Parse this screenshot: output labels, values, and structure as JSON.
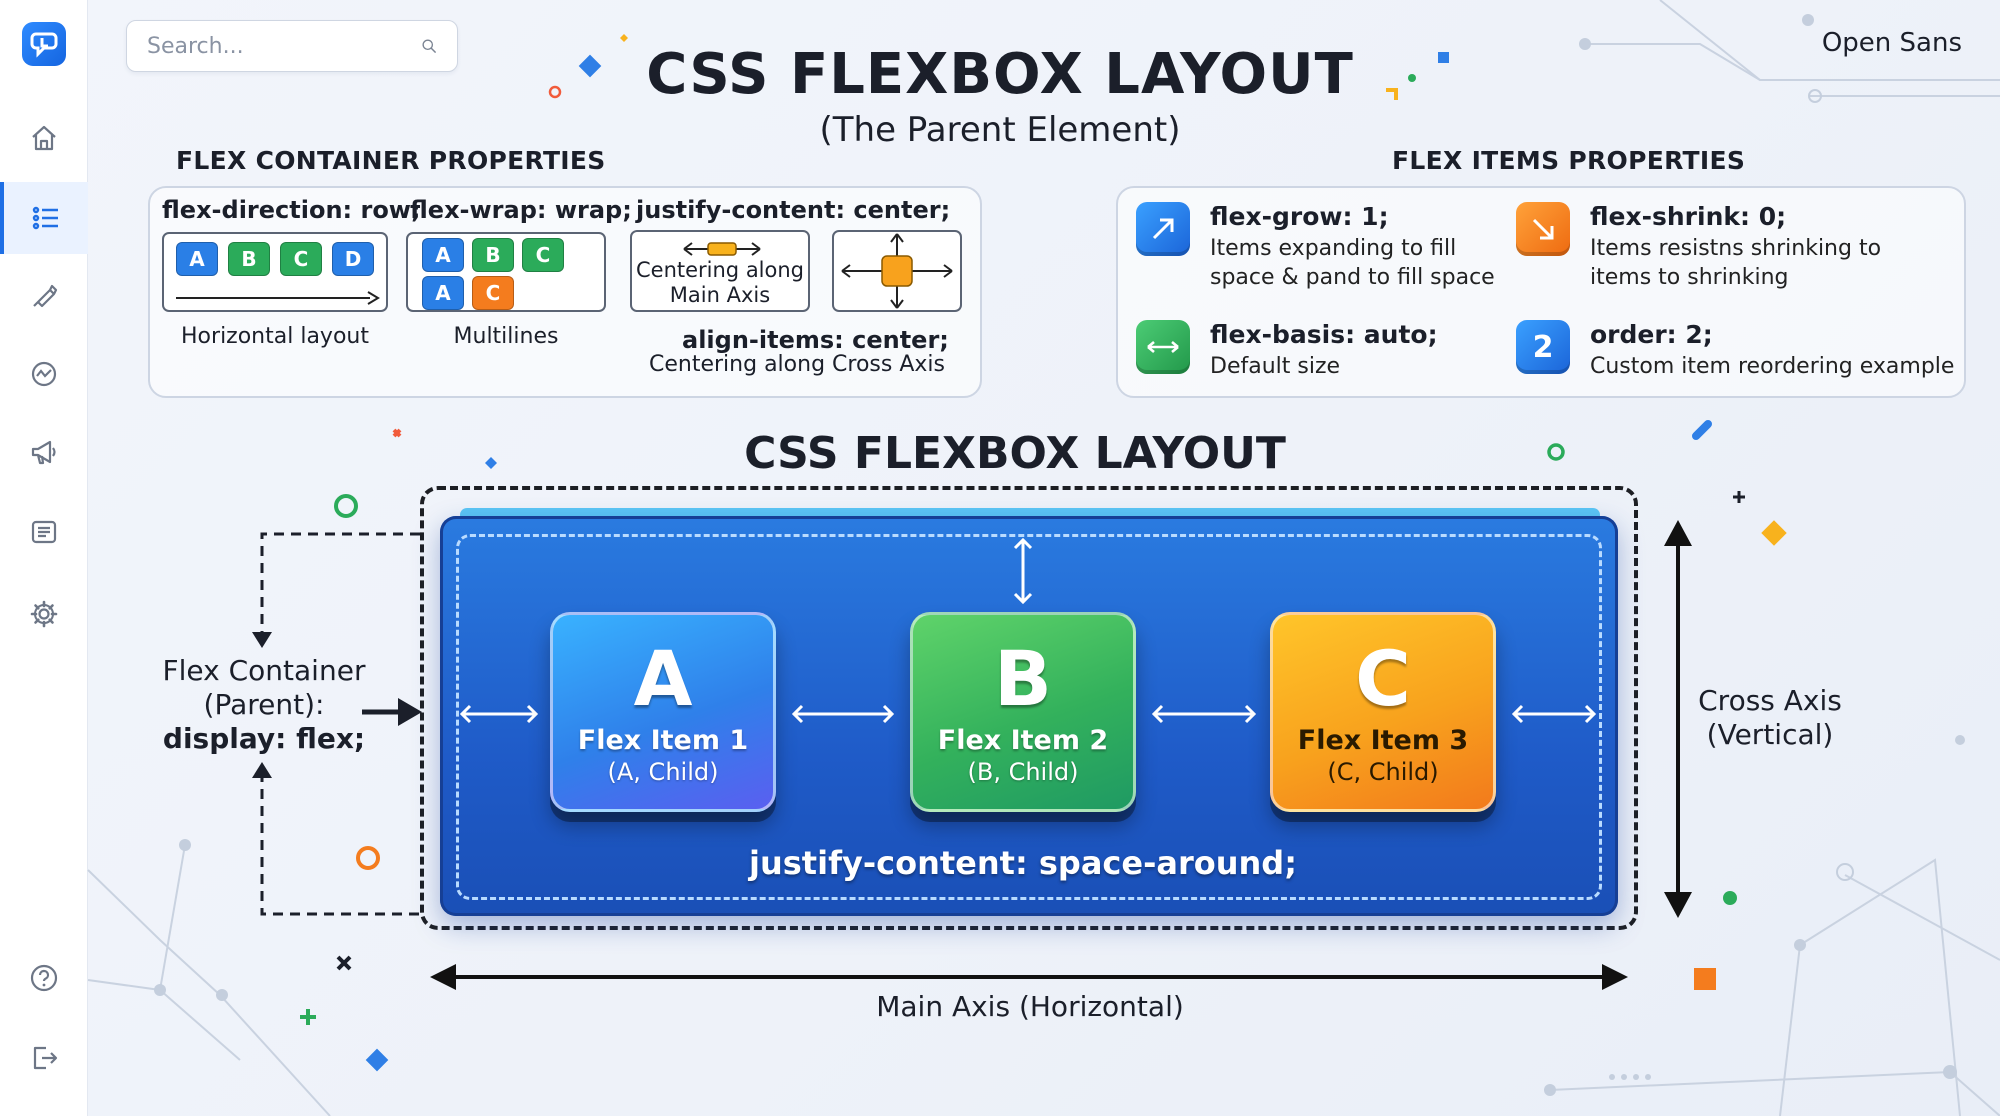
{
  "search": {
    "placeholder": "Search..."
  },
  "font_label": "Open Sans",
  "title": "CSS FLEXBOX LAYOUT",
  "subtitle": "(The Parent Element)",
  "container_props": {
    "heading": "FLEX CONTAINER PROPERTIES",
    "direction": {
      "prop": "flex-direction: row;",
      "items": [
        "A",
        "B",
        "C",
        "D"
      ],
      "caption": "Horizontal layout"
    },
    "wrap": {
      "prop": "flex-wrap: wrap;",
      "row1": [
        "A",
        "B",
        "C"
      ],
      "row2": [
        "A",
        "C"
      ],
      "caption": "Multilines"
    },
    "justify": {
      "prop": "justify-content: center;",
      "caption_line1": "Centering along",
      "caption_line2": "Main Axis"
    },
    "align": {
      "prop": "align-items: center;",
      "caption": "Centering along Cross Axis"
    }
  },
  "item_props": {
    "heading": "FLEX ITEMS PROPERTIES",
    "grow": {
      "prop": "flex-grow: 1;",
      "desc_line1": "Items expanding to fill",
      "desc_line2": "space & pand to fill space"
    },
    "shrink": {
      "prop": "flex-shrink: 0;",
      "desc_line1": "Items resistns shrinking to",
      "desc_line2": "items to shrinking"
    },
    "basis": {
      "prop": "flex-basis: auto;",
      "desc": "Default size"
    },
    "order": {
      "prop": "order: 2;",
      "icon_text": "2",
      "desc": "Custom item reordering example"
    }
  },
  "diagram": {
    "title": "CSS FLEXBOX LAYOUT",
    "container_label_line1": "Flex Container",
    "container_label_line2": "(Parent):",
    "container_label_line3": "display: flex;",
    "items": [
      {
        "letter": "A",
        "name": "Flex Item 1",
        "sub": "(A, Child)"
      },
      {
        "letter": "B",
        "name": "Flex Item 2",
        "sub": "(B, Child)"
      },
      {
        "letter": "C",
        "name": "Flex Item 3",
        "sub": "(C, Child)"
      }
    ],
    "justify_label": "justify-content: space-around;",
    "cross_axis_line1": "Cross Axis",
    "cross_axis_line2": "(Vertical)",
    "main_axis": "Main Axis (Horizontal)"
  },
  "colors": {
    "accent": "#1f6fe5",
    "chip_blue": "#2a7fe6",
    "chip_green": "#2bab5a",
    "chip_orange": "#f47c1e",
    "item_a": "#2a8cf0",
    "item_b": "#33b15c",
    "item_c": "#f7a21d"
  }
}
